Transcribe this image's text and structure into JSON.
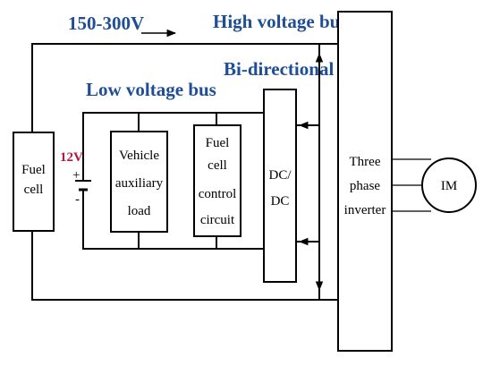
{
  "headers": {
    "voltage_range": "150-300V",
    "high_voltage_bus": "High voltage bus",
    "bidirectional": "Bi-directional",
    "low_voltage_bus": "Low voltage bus"
  },
  "battery": {
    "voltage": "12V",
    "plus": "+",
    "minus": "-"
  },
  "blocks": {
    "fuel_cell": [
      "Fuel",
      "cell"
    ],
    "vehicle_auxiliary_load": [
      "Vehicle",
      "auxiliary",
      "load"
    ],
    "fuel_cell_control_circuit": [
      "Fuel",
      "cell",
      "control",
      "circuit"
    ],
    "dc_dc": [
      "DC/",
      "DC"
    ],
    "three_phase_inverter": [
      "Three",
      "phase",
      "inverter"
    ],
    "motor": "IM"
  },
  "colors": {
    "header_blue": "#1f4e96",
    "battery_red": "#b4183c",
    "line": "#000000",
    "background": "#ffffff"
  }
}
